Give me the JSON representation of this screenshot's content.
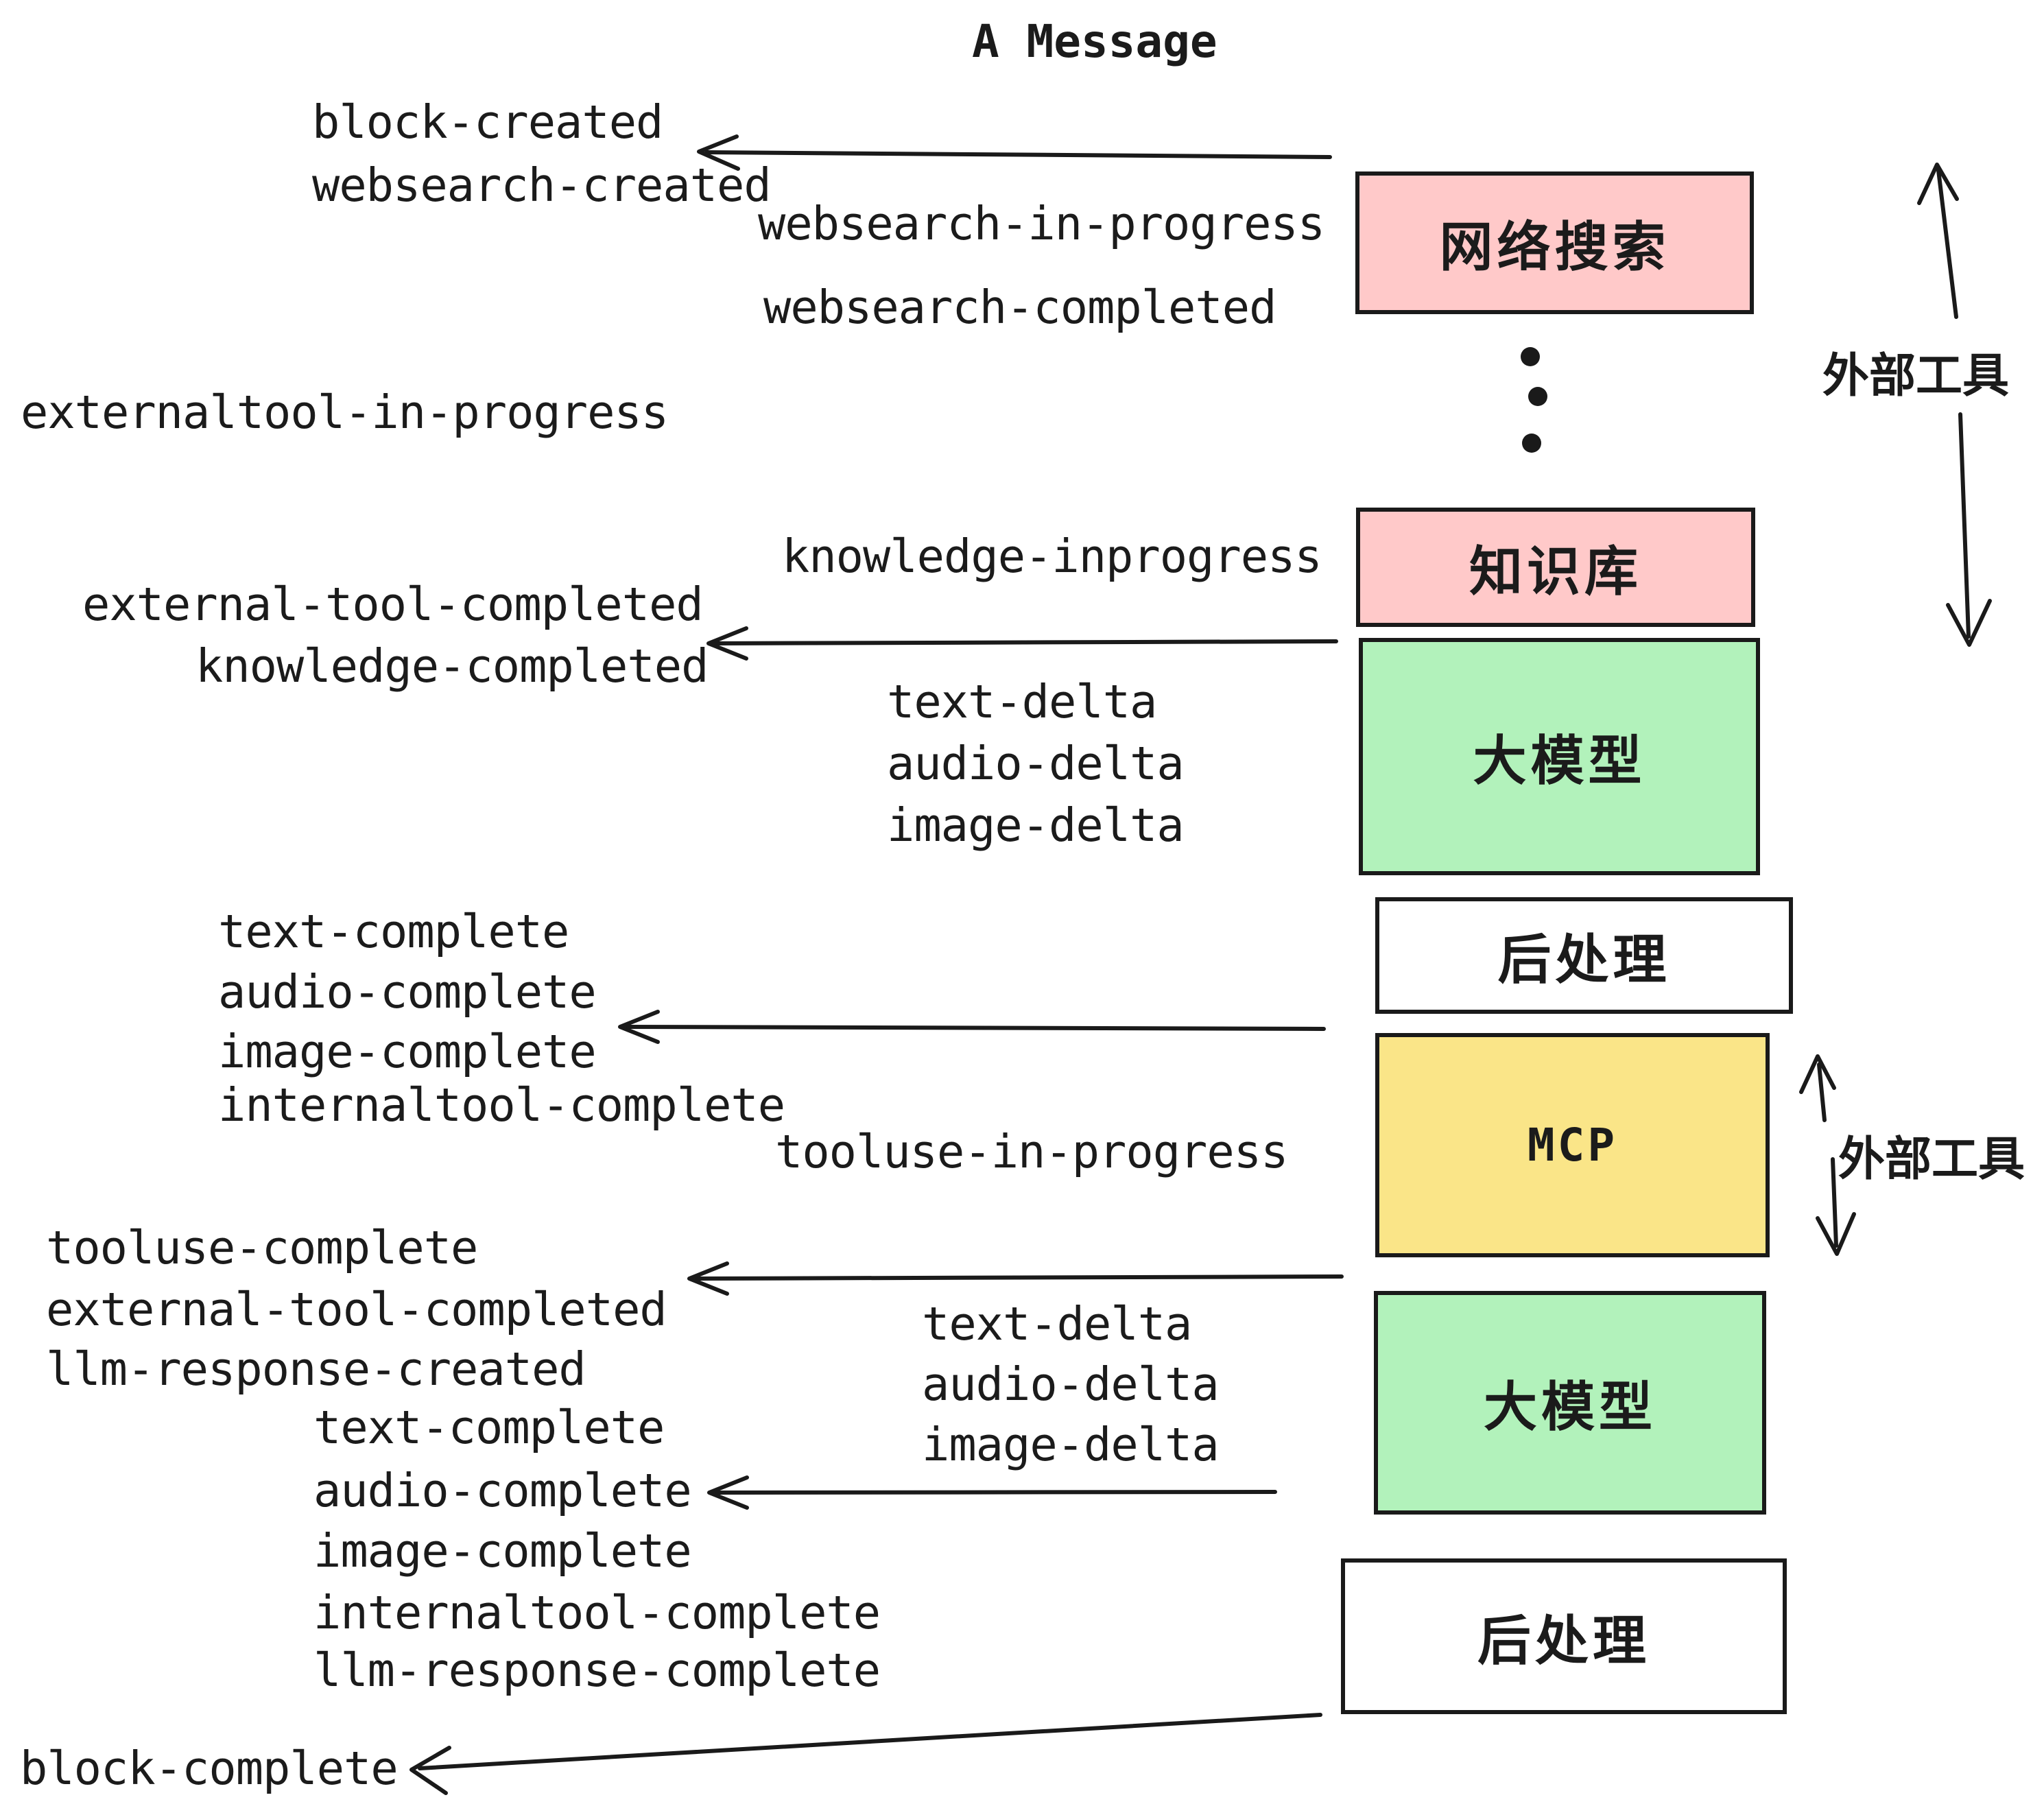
{
  "title": "A Message",
  "colors": {
    "pink": "#ffc9c9",
    "green": "#b2f2bb",
    "yellow": "#fae588",
    "white": "#ffffff",
    "box_border": "#1a1a1a",
    "text": "#1b1b1b"
  },
  "boxes": {
    "websearch": {
      "label": "网络搜索"
    },
    "knowledge": {
      "label": "知识库"
    },
    "llm_top": {
      "label": "大模型"
    },
    "post_top": {
      "label": "后处理"
    },
    "mcp": {
      "label": "MCP"
    },
    "llm_bottom": {
      "label": "大模型"
    },
    "post_bottom": {
      "label": "后处理"
    }
  },
  "side_labels": {
    "external_tools_top": "外部工具",
    "external_tools_bottom": "外部工具"
  },
  "events": {
    "block_created": "block-created",
    "websearch_created": "websearch-created",
    "websearch_in_progress": "websearch-in-progress",
    "websearch_completed": "websearch-completed",
    "externaltool_in_progress": "externaltool-in-progress",
    "knowledge_inprogress": "knowledge-inprogress",
    "external_tool_completed_1": "external-tool-completed",
    "knowledge_completed": "knowledge-completed",
    "text_delta_1": "text-delta",
    "audio_delta_1": "audio-delta",
    "image_delta_1": "image-delta",
    "text_complete_1": "text-complete",
    "audio_complete_1": "audio-complete",
    "image_complete_1": "image-complete",
    "internaltool_complete_1": "internaltool-complete",
    "tooluse_in_progress": "tooluse-in-progress",
    "tooluse_complete": "tooluse-complete",
    "external_tool_completed_2": "external-tool-completed",
    "llm_response_created": "llm-response-created",
    "text_delta_2": "text-delta",
    "audio_delta_2": "audio-delta",
    "image_delta_2": "image-delta",
    "text_complete_2": "text-complete",
    "audio_complete_2": "audio-complete",
    "image_complete_2": "image-complete",
    "internaltool_complete_2": "internaltool-complete",
    "llm_response_complete": "llm-response-complete",
    "block_complete": "block-complete"
  }
}
